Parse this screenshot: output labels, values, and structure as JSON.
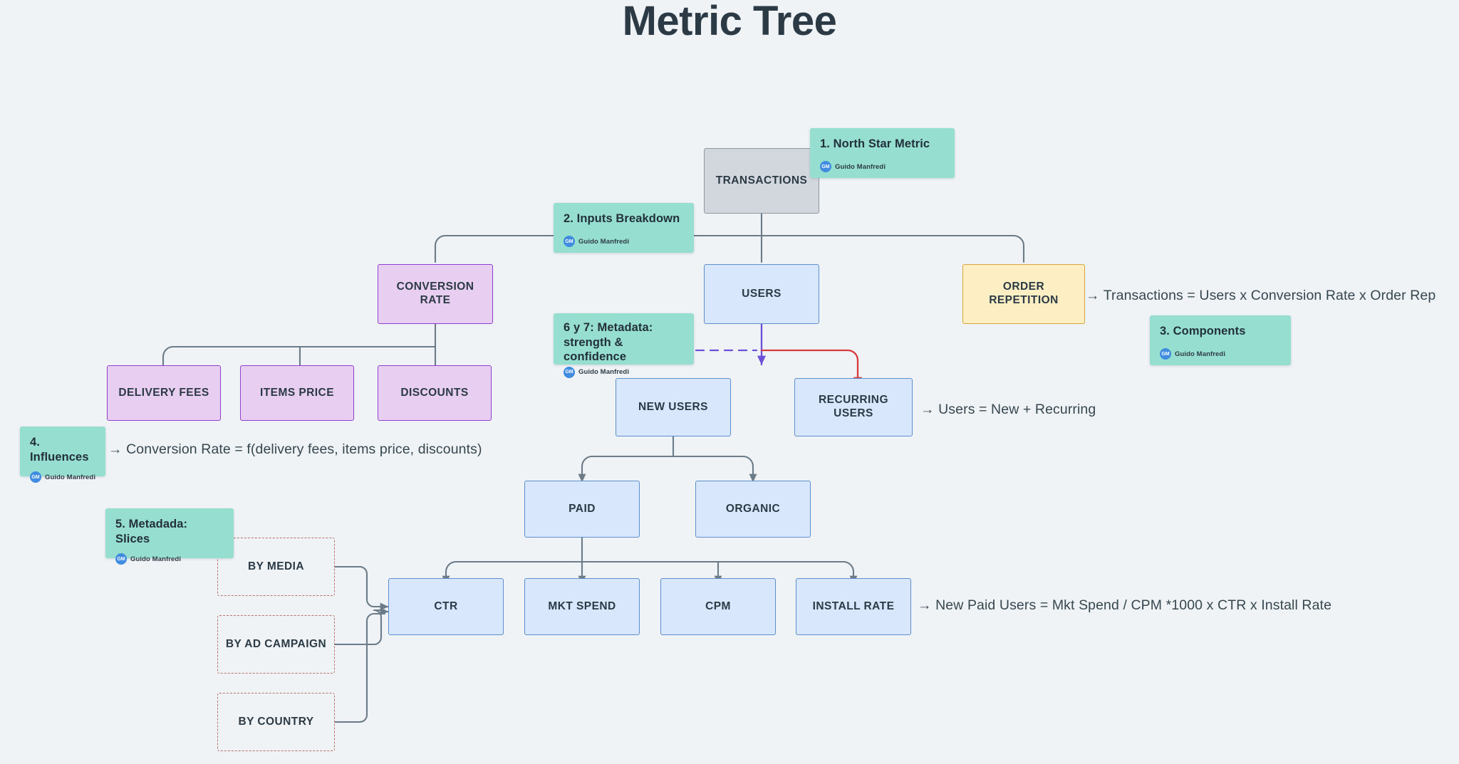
{
  "title": "Metric Tree",
  "author": "Guido Manfredi",
  "avatar_initials": "GM",
  "colors": {
    "background": "#eff3f6",
    "sticky": "#96ded0",
    "gray_node": "#d2d7de",
    "purple_node": "#e8cff2",
    "blue_node": "#d8e7fb",
    "yellow_node": "#fdefc3",
    "dashed_border": "#b9726b",
    "edge": "#6b7b87",
    "recurring_edge": "#d93b3b",
    "new_users_edge": "#6b4fd8",
    "text": "#2b3a45"
  },
  "nodes": {
    "transactions": "TRANSACTIONS",
    "conversion_rate": "CONVERSION RATE",
    "users": "USERS",
    "order_repetition": "ORDER REPETITION",
    "delivery_fees": "DELIVERY FEES",
    "items_price": "ITEMS PRICE",
    "discounts": "DISCOUNTS",
    "new_users": "NEW USERS",
    "recurring_users": "RECURRING USERS",
    "paid": "PAID",
    "organic": "ORGANIC",
    "ctr": "CTR",
    "mkt_spend": "MKT SPEND",
    "cpm": "CPM",
    "install_rate": "INSTALL RATE",
    "by_media": "BY MEDIA",
    "by_ad_campaign": "BY AD CAMPAIGN",
    "by_country": "BY COUNTRY"
  },
  "sticky_notes": [
    {
      "id": "north-star-metric",
      "text": "1. North Star Metric"
    },
    {
      "id": "inputs-breakdown",
      "text": "2. Inputs Breakdown"
    },
    {
      "id": "components",
      "text": "3. Components"
    },
    {
      "id": "influences",
      "text": "4. Influences"
    },
    {
      "id": "metadata-slices",
      "text": "5. Metadada: Slices"
    },
    {
      "id": "metadata-strength",
      "text": "6 y 7: Metadata: strength & confidence"
    }
  ],
  "equations": {
    "transactions": "→ Transactions = Users x Conversion Rate x Order Rep",
    "conversion_rate": "→ Conversion Rate = f(delivery fees, items price, discounts)",
    "users": "→ Users = New + Recurring",
    "new_paid_users": "→ New Paid Users = Mkt Spend / CPM *1000 x CTR x Install Rate"
  }
}
